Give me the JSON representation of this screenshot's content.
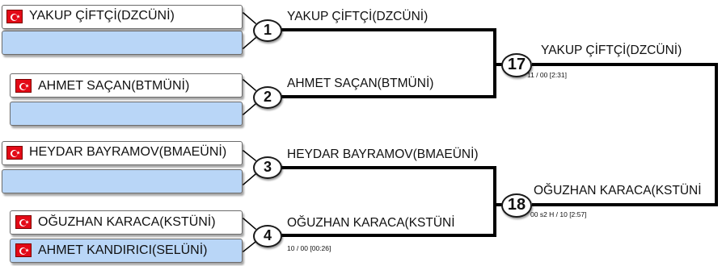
{
  "bracket": {
    "entries": [
      {
        "name": "YAKUP ÇİFTÇİ(DZCÜNİ)",
        "flag": "turkey-flag-icon"
      },
      {
        "name": "",
        "flag": ""
      },
      {
        "name": "AHMET SAÇAN(BTMÜNİ)",
        "flag": "turkey-flag-icon"
      },
      {
        "name": "",
        "flag": ""
      },
      {
        "name": "HEYDAR BAYRAMOV(BMAEÜNİ)",
        "flag": "turkey-flag-icon"
      },
      {
        "name": "",
        "flag": ""
      },
      {
        "name": "OĞUZHAN KARACA(KSTÜNİ)",
        "flag": "turkey-flag-icon"
      },
      {
        "name": "AHMET KANDIRICI(SELÜNİ)",
        "flag": "turkey-flag-icon"
      }
    ],
    "round1": [
      {
        "number": "1",
        "winner": "YAKUP ÇİFTÇİ(DZCÜNİ)",
        "score": ""
      },
      {
        "number": "2",
        "winner": "AHMET SAÇAN(BTMÜNİ)",
        "score": ""
      },
      {
        "number": "3",
        "winner": "HEYDAR BAYRAMOV(BMAEÜNİ)",
        "score": ""
      },
      {
        "number": "4",
        "winner": "OĞUZHAN KARACA(KSTÜNİ",
        "score": "10 / 00 [00:26]"
      }
    ],
    "round2": [
      {
        "number": "17",
        "winner": "YAKUP ÇİFTÇİ(DZCÜNİ)",
        "score": "11 / 00 [2:31]"
      },
      {
        "number": "18",
        "winner": "OĞUZHAN KARACA(KSTÜNİ",
        "score": "00 s2 H  / 10 [2:57]"
      }
    ]
  },
  "colors": {
    "flag_red": "#e30a17",
    "loser_slot_blue": "#b9d6f7",
    "line": "#000000"
  }
}
